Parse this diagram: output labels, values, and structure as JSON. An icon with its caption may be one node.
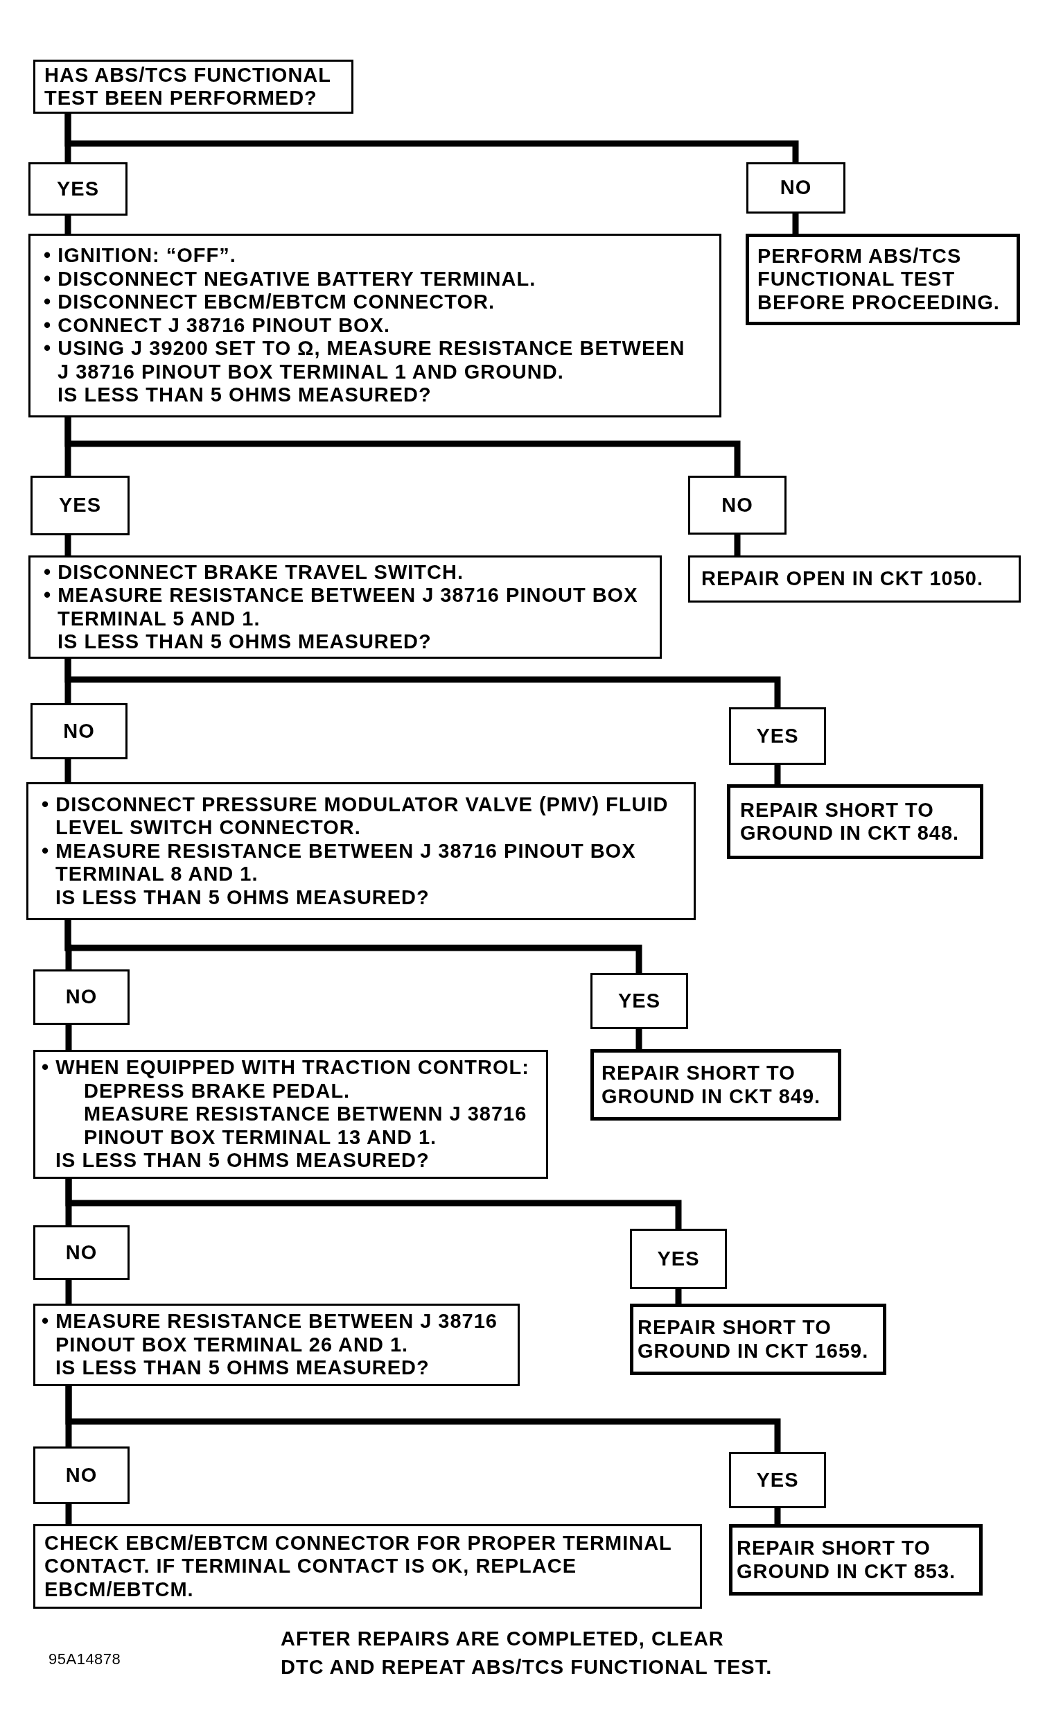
{
  "diagram": {
    "nodes": [
      {
        "text": [
          "HAS ABS/TCS FUNCTIONAL TEST BEEN PERFORMED?"
        ]
      },
      {
        "text": [
          "YES"
        ]
      },
      {
        "text": [
          "NO"
        ]
      },
      {
        "text": [
          "• IGNITION: “OFF”.",
          "• DISCONNECT NEGATIVE BATTERY TERMINAL.",
          "• DISCONNECT EBCM/EBTCM CONNECTOR.",
          "• CONNECT J 38716 PINOUT BOX.",
          "• USING J 39200 SET TO Ω, MEASURE RESISTANCE BETWEEN J 38716 PINOUT BOX TERMINAL 1 AND GROUND.",
          "IS LESS THAN 5 OHMS MEASURED?"
        ]
      },
      {
        "text": [
          "PERFORM ABS/TCS FUNCTIONAL TEST BEFORE PROCEEDING."
        ]
      },
      {
        "text": [
          "YES"
        ]
      },
      {
        "text": [
          "NO"
        ]
      },
      {
        "text": [
          "• DISCONNECT BRAKE TRAVEL SWITCH.",
          "• MEASURE RESISTANCE BETWEEN J 38716 PINOUT BOX TERMINAL 5 AND 1.",
          "IS LESS THAN 5 OHMS MEASURED?"
        ]
      },
      {
        "text": [
          "REPAIR OPEN IN CKT 1050."
        ]
      },
      {
        "text": [
          "NO"
        ]
      },
      {
        "text": [
          "YES"
        ]
      },
      {
        "text": [
          "• DISCONNECT PRESSURE MODULATOR VALVE (PMV) FLUID LEVEL SWITCH CONNECTOR.",
          "• MEASURE RESISTANCE BETWEEN J 38716 PINOUT BOX TERMINAL 8 AND 1.",
          "IS LESS THAN 5 OHMS MEASURED?"
        ]
      },
      {
        "text": [
          "REPAIR SHORT TO GROUND IN CKT 848."
        ]
      },
      {
        "text": [
          "NO"
        ]
      },
      {
        "text": [
          "YES"
        ]
      },
      {
        "text": [
          "• WHEN EQUIPPED WITH TRACTION CONTROL:",
          "DEPRESS BRAKE PEDAL.",
          "MEASURE RESISTANCE BETWENN J 38716 PINOUT BOX TERMINAL 13 AND 1.",
          "IS LESS THAN 5 OHMS MEASURED?"
        ]
      },
      {
        "text": [
          "REPAIR SHORT TO GROUND IN CKT 849."
        ]
      },
      {
        "text": [
          "NO"
        ]
      },
      {
        "text": [
          "YES"
        ]
      },
      {
        "text": [
          "• MEASURE RESISTANCE BETWEEN J 38716 PINOUT BOX TERMINAL 26 AND 1.",
          "IS LESS THAN 5 OHMS MEASURED?"
        ]
      },
      {
        "text": [
          "REPAIR SHORT TO GROUND IN CKT 1659."
        ]
      },
      {
        "text": [
          "NO"
        ]
      },
      {
        "text": [
          "YES"
        ]
      },
      {
        "text": [
          "CHECK EBCM/EBTCM CONNECTOR FOR PROPER TERMINAL CONTACT. IF TERMINAL CONTACT IS OK, REPLACE EBCM/EBTCM."
        ]
      },
      {
        "text": [
          "REPAIR SHORT TO GROUND IN CKT 853."
        ]
      }
    ],
    "edges": [
      {
        "from": 0,
        "to": 1,
        "arrow": "none"
      },
      {
        "from": 0,
        "to": 2,
        "arrow": "none"
      },
      {
        "from": 1,
        "to": 3,
        "arrow": "none"
      },
      {
        "from": 2,
        "to": 4,
        "arrow": "none"
      },
      {
        "from": 3,
        "to": 5,
        "arrow": "none"
      },
      {
        "from": 3,
        "to": 6,
        "arrow": "none"
      },
      {
        "from": 5,
        "to": 7,
        "arrow": "none"
      },
      {
        "from": 6,
        "to": 8,
        "arrow": "none"
      },
      {
        "from": 7,
        "to": 9,
        "arrow": "none"
      },
      {
        "from": 7,
        "to": 10,
        "arrow": "none"
      },
      {
        "from": 9,
        "to": 11,
        "arrow": "none"
      },
      {
        "from": 10,
        "to": 12,
        "arrow": "none"
      },
      {
        "from": 11,
        "to": 13,
        "arrow": "none"
      },
      {
        "from": 11,
        "to": 14,
        "arrow": "none"
      },
      {
        "from": 13,
        "to": 15,
        "arrow": "none"
      },
      {
        "from": 14,
        "to": 16,
        "arrow": "none"
      },
      {
        "from": 15,
        "to": 17,
        "arrow": "none"
      },
      {
        "from": 15,
        "to": 18,
        "arrow": "none"
      },
      {
        "from": 17,
        "to": 19,
        "arrow": "none"
      },
      {
        "from": 18,
        "to": 20,
        "arrow": "none"
      },
      {
        "from": 19,
        "to": 21,
        "arrow": "none"
      },
      {
        "from": 19,
        "to": 22,
        "arrow": "none"
      },
      {
        "from": 21,
        "to": 23,
        "arrow": "none"
      },
      {
        "from": 22,
        "to": 24,
        "arrow": "none"
      }
    ],
    "labels": [
      "AFTER REPAIRS ARE COMPLETED, CLEAR DTC AND REPEAT ABS/TCS FUNCTIONAL TEST.",
      "95A14878"
    ]
  }
}
